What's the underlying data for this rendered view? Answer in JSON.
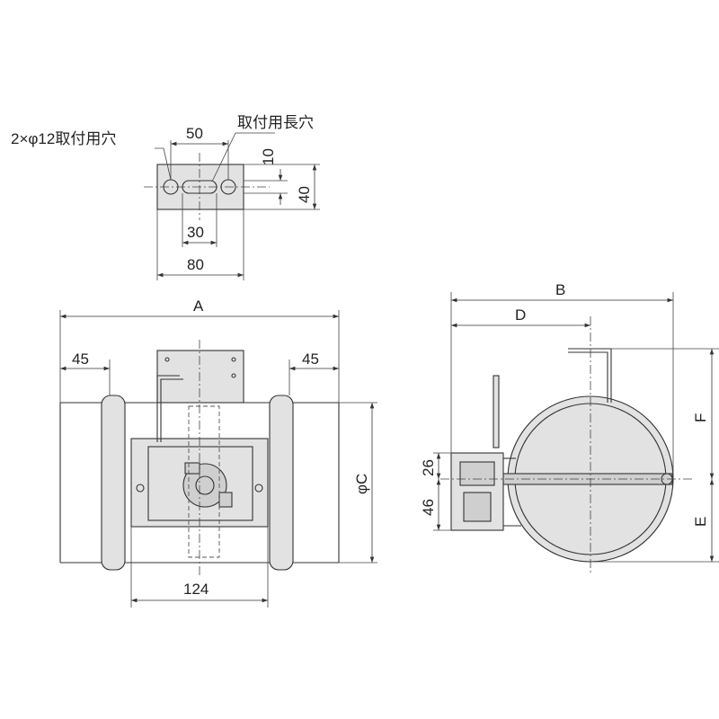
{
  "labels": {
    "mount_holes": "2×φ12取付用穴",
    "slot": "取付用長穴",
    "dim_50": "50",
    "dim_10": "10",
    "dim_40": "40",
    "dim_30": "30",
    "dim_80": "80",
    "dim_A": "A",
    "dim_45_left": "45",
    "dim_45_right": "45",
    "dim_phiC": "φC",
    "dim_124": "124",
    "dim_B": "B",
    "dim_D": "D",
    "dim_F": "F",
    "dim_E": "E",
    "dim_26": "26",
    "dim_46": "46"
  }
}
